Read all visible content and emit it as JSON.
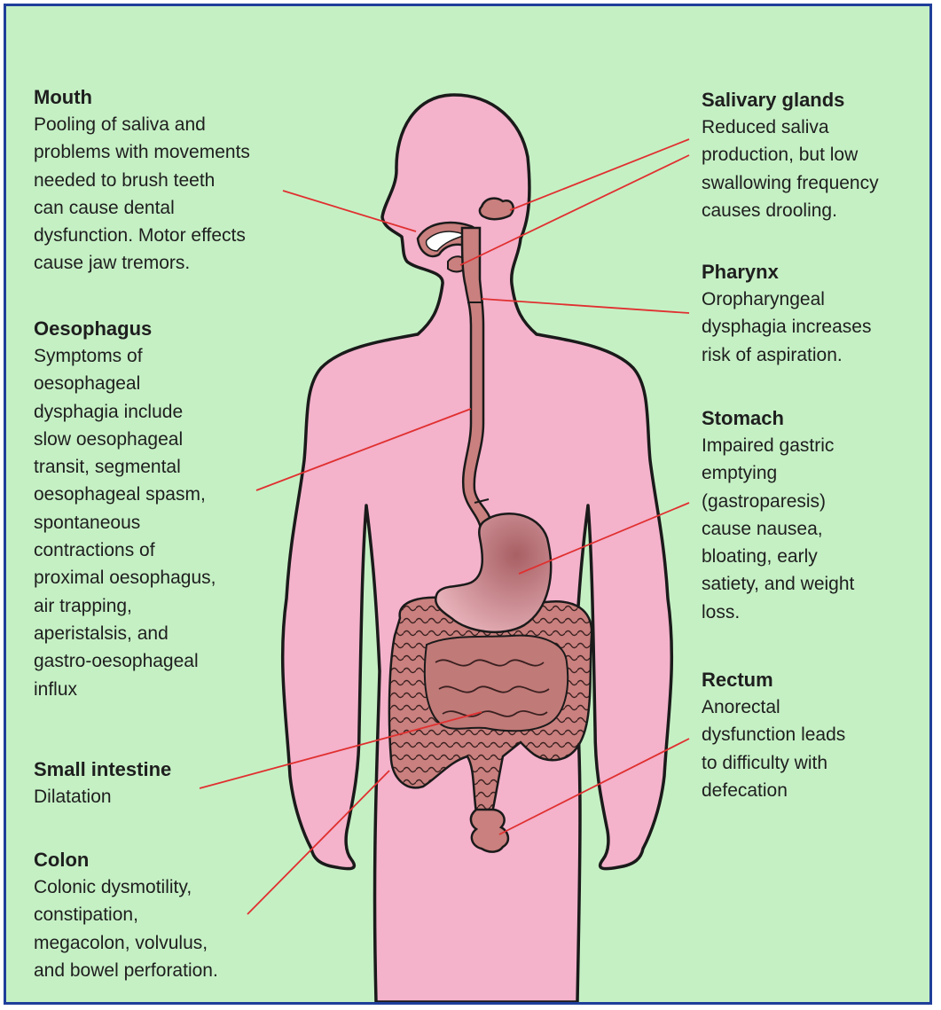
{
  "colors": {
    "background": "#c5f0c4",
    "frame": "#1f3f9a",
    "body": "#f4b2cb",
    "organ": "#c9807e",
    "pointer": "#e03030"
  },
  "labels": {
    "mouth": {
      "title": "Mouth",
      "text": "Pooling of saliva and\nproblems with movements\nneeded to brush teeth\ncan cause dental\ndysfunction. Motor effects\ncause jaw tremors."
    },
    "oesophagus": {
      "title": "Oesophagus",
      "text": "Symptoms of\noesophageal\ndysphagia include\nslow oesophageal\ntransit, segmental\noesophageal spasm,\nspontaneous\ncontractions of\nproximal oesophagus,\nair trapping,\naperistalsis, and\ngastro-oesophageal\ninflux"
    },
    "small_intestine": {
      "title": "Small intestine",
      "text": "Dilatation"
    },
    "colon": {
      "title": "Colon",
      "text": "Colonic dysmotility,\nconstipation,\nmegacolon, volvulus,\nand bowel perforation."
    },
    "salivary_glands": {
      "title": "Salivary glands",
      "text": "Reduced saliva\nproduction, but low\nswallowing frequency\ncauses drooling."
    },
    "pharynx": {
      "title": "Pharynx",
      "text": "Oropharyngeal\ndysphagia increases\nrisk of aspiration."
    },
    "stomach": {
      "title": "Stomach",
      "text": "Impaired gastric\nemptying\n(gastroparesis)\ncause nausea,\nbloating, early\nsatiety, and weight\nloss."
    },
    "rectum": {
      "title": "Rectum",
      "text": "Anorectal\ndysfunction leads\nto difficulty with\ndefecation"
    }
  }
}
